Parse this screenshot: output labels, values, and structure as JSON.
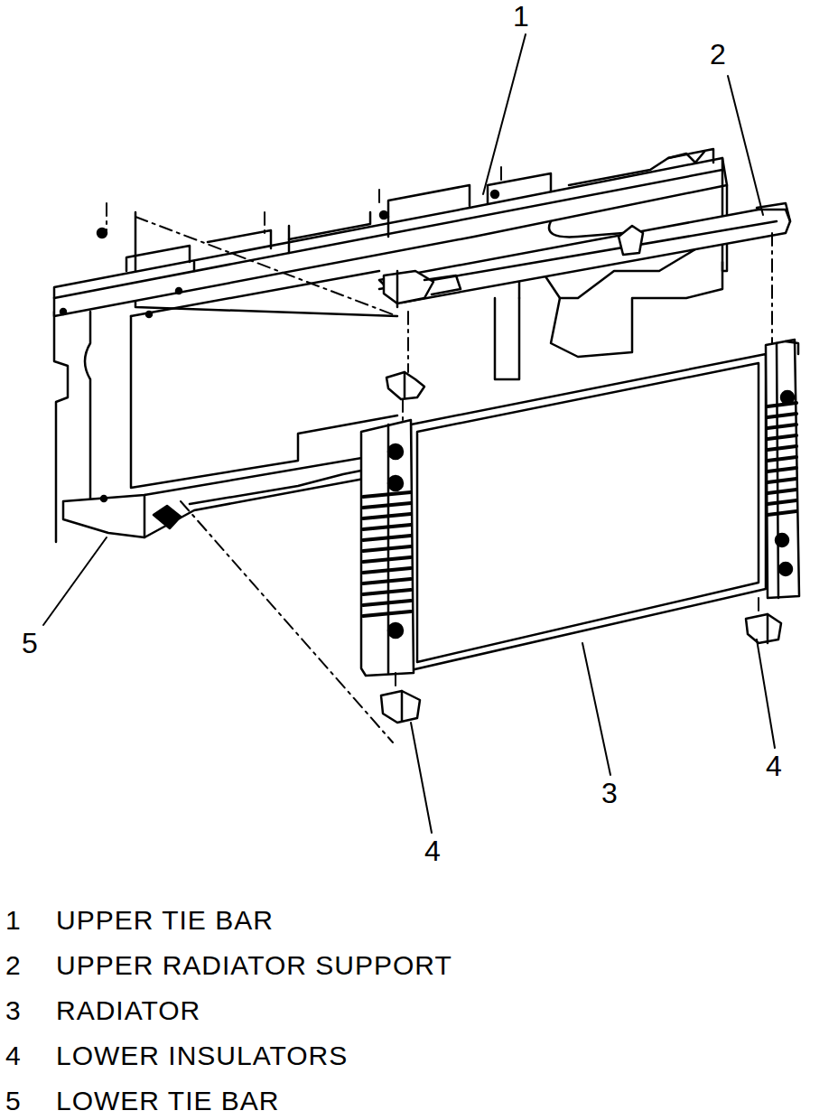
{
  "diagram": {
    "labels": [
      "1",
      "2",
      "3",
      "4",
      "4",
      "5",
      "1",
      "UPPER TIE BAR",
      "2",
      "UPPER RADIATOR SUPPORT",
      "3",
      "RADIATOR",
      "4",
      "LOWER INSULATORS",
      "5",
      "LOWER TIE BAR"
    ]
  }
}
